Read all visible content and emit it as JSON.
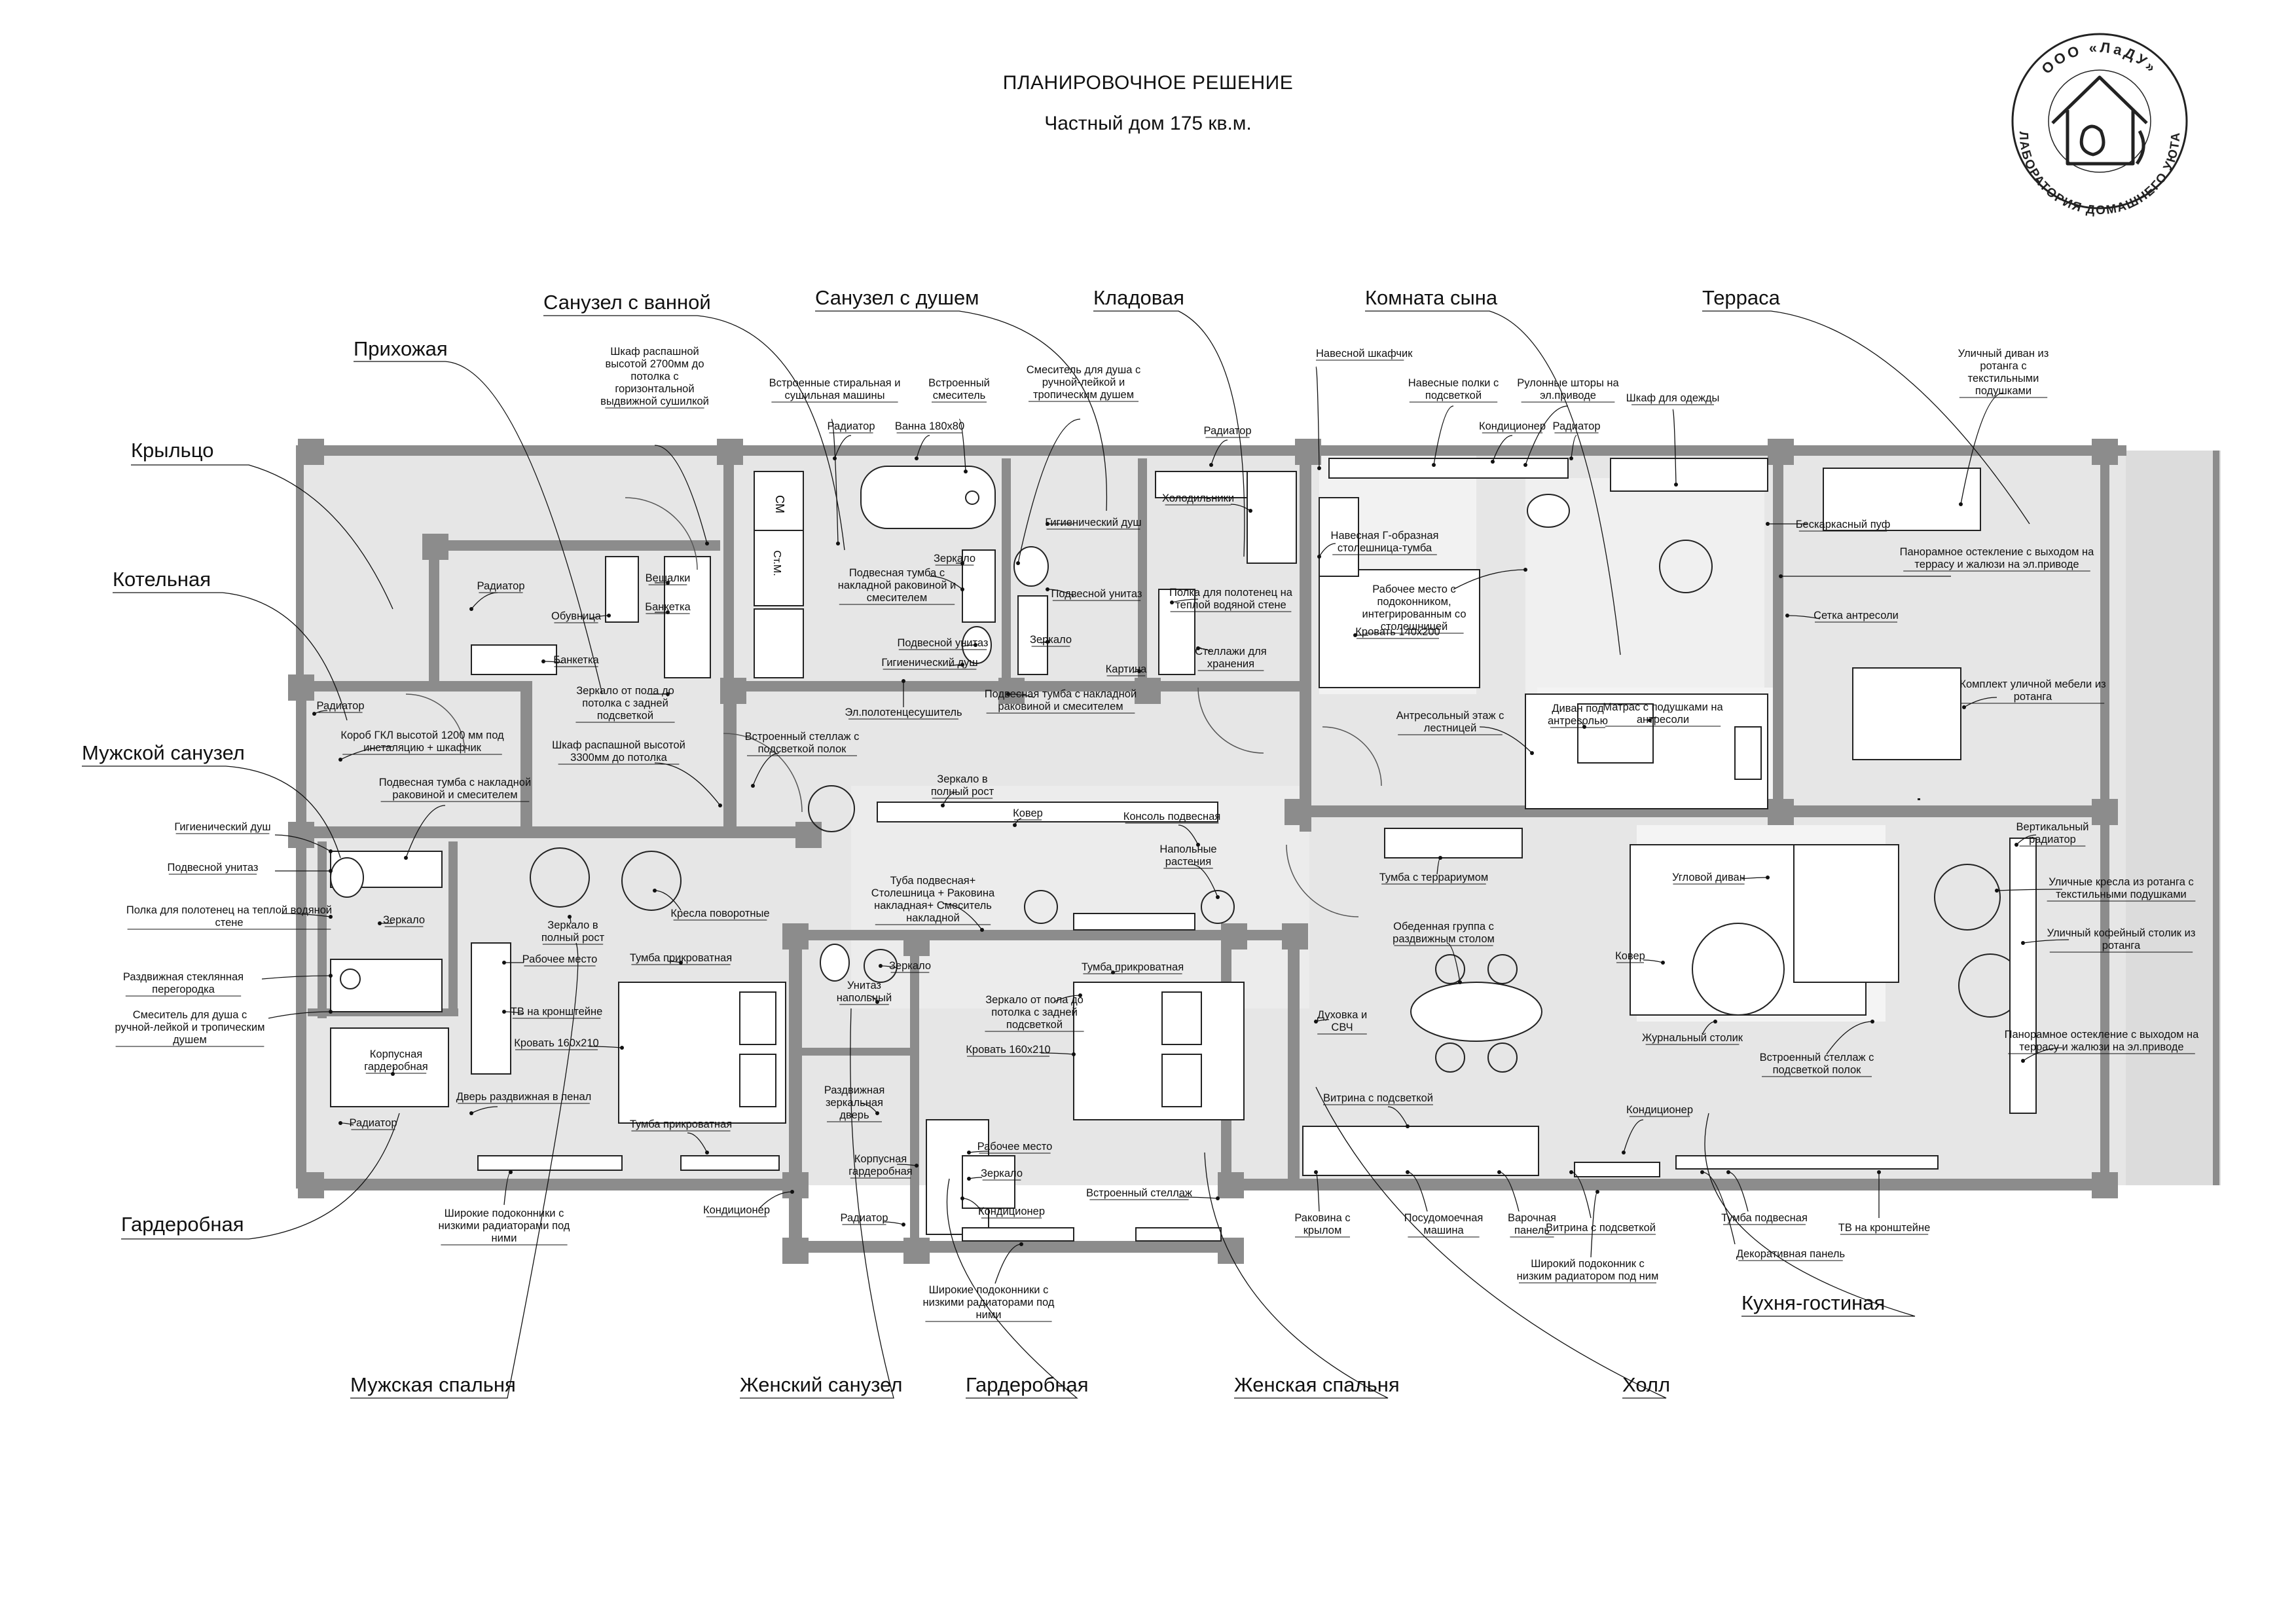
{
  "title": "ПЛАНИРОВОЧНОЕ РЕШЕНИЕ",
  "subtitle": "Частный дом 175 кв.м.",
  "logo": {
    "company": "ООО «ЛаДУ»",
    "tagline": "ЛАБОРАТОРИЯ ДОМАШНЕГО УЮТА",
    "icon": "house-logo-icon",
    "color": "#222222"
  },
  "colors": {
    "wall": "#8c8c8c",
    "floor": "#e6e6e6",
    "line": "#111111"
  },
  "rooms": {
    "porch": "Крыльцо",
    "hall_entry": "Прихожая",
    "bath_tub": "Санузел с ванной",
    "bath_shower": "Санузел с душем",
    "pantry": "Кладовая",
    "son_room": "Комната сына",
    "terrace": "Терраса",
    "boiler": "Котельная",
    "men_bath": "Мужской санузел",
    "men_wardrobe": "Гардеробная",
    "men_bedroom": "Мужская спальня",
    "women_bath": "Женский санузел",
    "women_wardrobe": "Гардеробная",
    "women_bedroom": "Женская спальня",
    "hall": "Холл",
    "kitchen_living": "Кухня-гостиная"
  },
  "labels": {
    "l01": "Шкаф распашной высотой 2700мм до потолка с горизонтальной выдвижной сушилкой",
    "l02": "Встроенные стиральная и сушильная машины",
    "l03": "Встроенный смеситель",
    "l04": "Смеситель для душа с ручной-лейкой и тропическим душем",
    "l05": "Навесной шкафчик",
    "l06": "Навесные полки с подсветкой",
    "l07": "Рулонные шторы на эл.приводе",
    "l08": "Шкаф для одежды",
    "l09": "Уличный диван из ротанга с текстильными подушками",
    "l10": "Радиатор",
    "l11": "Ванна 180х80",
    "l12": "Радиатор",
    "l13": "Кондиционер",
    "l14": "Радиатор",
    "l15": "Гигиенический душ",
    "l16": "Холодильники",
    "l17": "Навесная Г-образная столешница-тумба",
    "l18": "Бескаркасный пуф",
    "l19": "Панорамное остекление с выходом на террасу и жалюзи на эл.приводе",
    "l20": "Радиатор",
    "l21": "Обувница",
    "l22": "Вешалки",
    "l23": "Банкетка",
    "l24": "Подвесная тумба с накладной раковиной и смесителем",
    "l25": "Зеркало",
    "l26": "Подвесной унитаз",
    "l27": "Полка для полотенец на теплой водяной стене",
    "l28": "Рабочее место с подоконником, интегрированным со столешницей",
    "l29": "Сетка антресоли",
    "l30": "Банкетка",
    "l31": "Подвесной унитаз",
    "l32": "Зеркало",
    "l33": "Кровать 140х200",
    "l34": "Гигиенический душ",
    "l35": "Картина",
    "l36": "Стеллажи для хранения",
    "l37": "Радиатор",
    "l38": "Зеркало от пола до потолка с задней подсветкой",
    "l39": "Эл.полотенцесушитель",
    "l40": "Подвесная тумба с накладной раковиной и смесителем",
    "l41": "Комплект уличной мебели из ротанга",
    "l42": "Короб ГКЛ высотой 1200 мм под инсталяцию + шкафчик",
    "l43": "Встроенный стеллаж с подсветкой полок",
    "l44": "Антресольный этаж с лестницей",
    "l45": "Диван под антресолью",
    "l46": "Матрас с подушками на антресоли",
    "l47": "Шкаф распашной высотой 3300мм до потолка",
    "l48": "Подвесная тумба с накладной раковиной и смесителем",
    "l49": "Зеркало в полный рост",
    "l50": "Ковер",
    "l51": "Консоль подвесная",
    "l52": "Гигиенический душ",
    "l53": "Вертикальный радиатор",
    "l54": "Подвесной унитаз",
    "l55": "Напольные растения",
    "l56": "Тумба с террариумом",
    "l57": "Полка для полотенец на теплой водяной стене",
    "l58": "Туба подвесная+ Столешница + Раковина накладная+ Смеситель накладной",
    "l59": "Угловой диван",
    "l60": "Уличные кресла из ротанга с текстильными подушками",
    "l61": "Зеркало",
    "l62": "Кресла поворотные",
    "l63": "Зеркало в полный рост",
    "l64": "Обеденная группа с раздвижным столом",
    "l65": "Уличный кофейный столик из ротанга",
    "l66": "Раздвижная стеклянная перегородка",
    "l67": "Рабочее место",
    "l68": "Тумба прикроватная",
    "l69": "Зеркало",
    "l70": "Тумба прикроватная",
    "l71": "Ковер",
    "l72": "Смеситель для душа с ручной-лейкой и тропическим душем",
    "l73": "ТВ на кронштейне",
    "l74": "Унитаз напольный",
    "l75": "Зеркало от пола до потолка с задней подсветкой",
    "l76": "Духовка и СВЧ",
    "l77": "Журнальный столик",
    "l78": "Кровать 160х210",
    "l79": "Кровать 160х210",
    "l80": "Панорамное остекление с выходом на террасу и жалюзи на эл.приводе",
    "l81": "Встроенный стеллаж с подсветкой полок",
    "l82": "Корпусная гардеробная",
    "l83": "Раздвижная зеркальная дверь",
    "l84": "Витрина с подсветкой",
    "l85": "Дверь раздвижная в пенал",
    "l86": "Кондиционер",
    "l87": "Радиатор",
    "l88": "Рабочее место",
    "l89": "Тумба прикроватная",
    "l90": "Корпусная гардеробная",
    "l91": "Зеркало",
    "l92": "Встроенный стеллаж",
    "l93": "Кондиционер",
    "l94": "Кондиционер",
    "l95": "Радиатор",
    "l96": "Раковина с крылом",
    "l97": "Посудомоечная машина",
    "l98": "Варочная панель",
    "l99": "Витрина с подсветкой",
    "l100": "Тумба подвесная",
    "l101": "ТВ на кронштейне",
    "l102": "Широкие подоконники с низкими радиаторами под ними",
    "l103": "Декоративная панель",
    "l104": "Широкий подоконник с низким радиатором под ним",
    "l105": "Широкие подоконники с низкими радиаторами под ними"
  },
  "tags": {
    "sm": "СМ",
    "st": "Ст.М."
  }
}
